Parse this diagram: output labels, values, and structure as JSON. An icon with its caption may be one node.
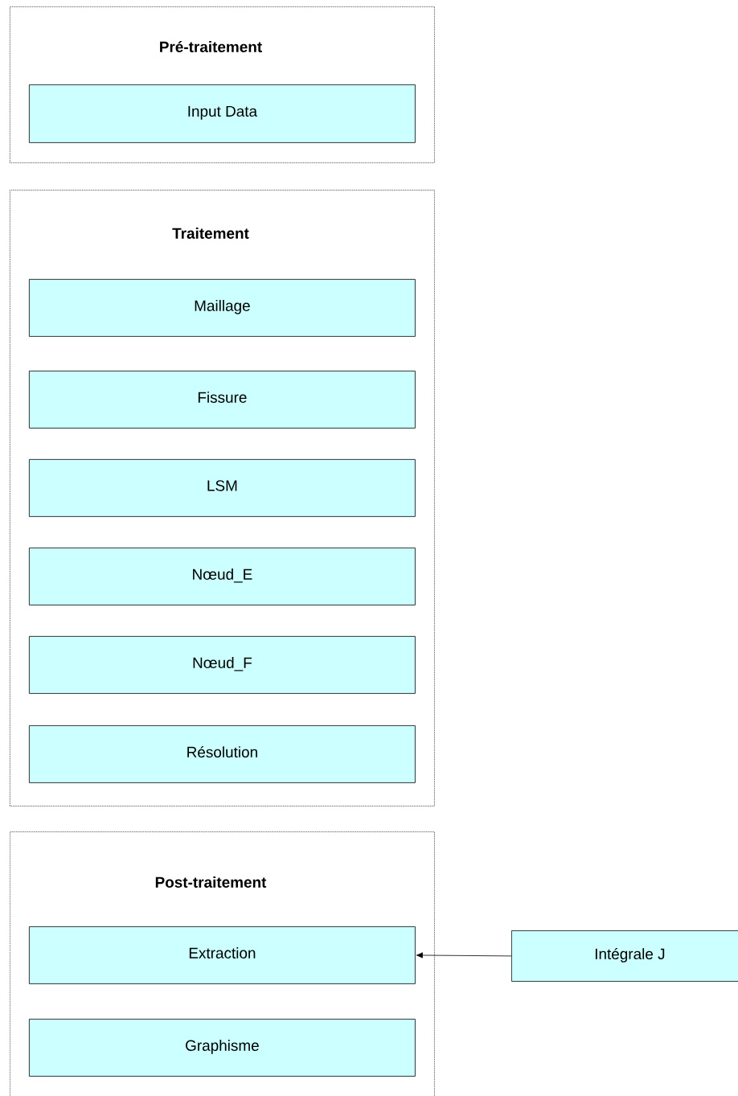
{
  "diagram": {
    "nodes": [
      {
        "text": [
          "Pré-traitement"
        ]
      },
      {
        "text": [
          "Input Data"
        ],
        "in": 0
      },
      {
        "text": [
          "Traitement"
        ]
      },
      {
        "text": [
          "Maillage"
        ],
        "in": 2
      },
      {
        "text": [
          "Fissure"
        ],
        "in": 2
      },
      {
        "text": [
          "LSM"
        ],
        "in": 2
      },
      {
        "text": [
          "Nœud_E"
        ],
        "in": 2
      },
      {
        "text": [
          "Nœud_F"
        ],
        "in": 2
      },
      {
        "text": [
          "Résolution"
        ],
        "in": 2
      },
      {
        "text": [
          "Post-traitement"
        ]
      },
      {
        "text": [
          "Extraction"
        ],
        "in": 9
      },
      {
        "text": [
          "Graphisme"
        ],
        "in": 9
      },
      {
        "text": [
          "Intégrale J"
        ]
      }
    ],
    "edges": [
      {
        "from": 12,
        "to": 10,
        "arrow": "to"
      }
    ]
  }
}
